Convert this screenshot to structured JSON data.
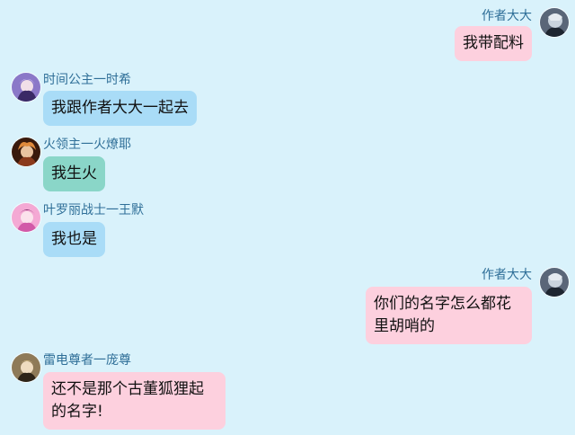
{
  "chat": {
    "messages": [
      {
        "side": "right",
        "sender": "作者大大",
        "text": "我带配料",
        "bubble": "pink",
        "avatar_icon": "author-avatar-icon",
        "avatar_colors": [
          "#4a5566",
          "#c9d3dd",
          "#1d2530"
        ]
      },
      {
        "side": "left",
        "sender": "时间公主一时希",
        "text": "我跟作者大大一起去",
        "bubble": "blue",
        "avatar_icon": "time-princess-avatar-icon",
        "avatar_colors": [
          "#6b4aa6",
          "#c7b6ee",
          "#3a2a66"
        ]
      },
      {
        "side": "left",
        "sender": "火领主一火燎耶",
        "text": "我生火",
        "bubble": "teal",
        "avatar_icon": "fire-lord-avatar-icon",
        "avatar_colors": [
          "#8a3a1c",
          "#e08a3c",
          "#2a1208"
        ]
      },
      {
        "side": "left",
        "sender": "叶罗丽战士一王默",
        "text": "我也是",
        "bubble": "blue",
        "avatar_icon": "warrior-avatar-icon",
        "avatar_colors": [
          "#d25aa8",
          "#f7c4e4",
          "#7a2a66"
        ]
      },
      {
        "side": "right",
        "sender": "作者大大",
        "text": "你们的名字怎么都花里胡哨的",
        "bubble": "pink",
        "avatar_icon": "author-avatar-icon",
        "avatar_colors": [
          "#4a5566",
          "#c9d3dd",
          "#1d2530"
        ]
      },
      {
        "side": "left",
        "sender": "雷电尊者一庞尊",
        "text": "还不是那个古董狐狸起的名字!",
        "bubble": "pink",
        "avatar_icon": "thunder-lord-avatar-icon",
        "avatar_colors": [
          "#6b5a3c",
          "#d8c08a",
          "#2e2418"
        ]
      }
    ]
  }
}
